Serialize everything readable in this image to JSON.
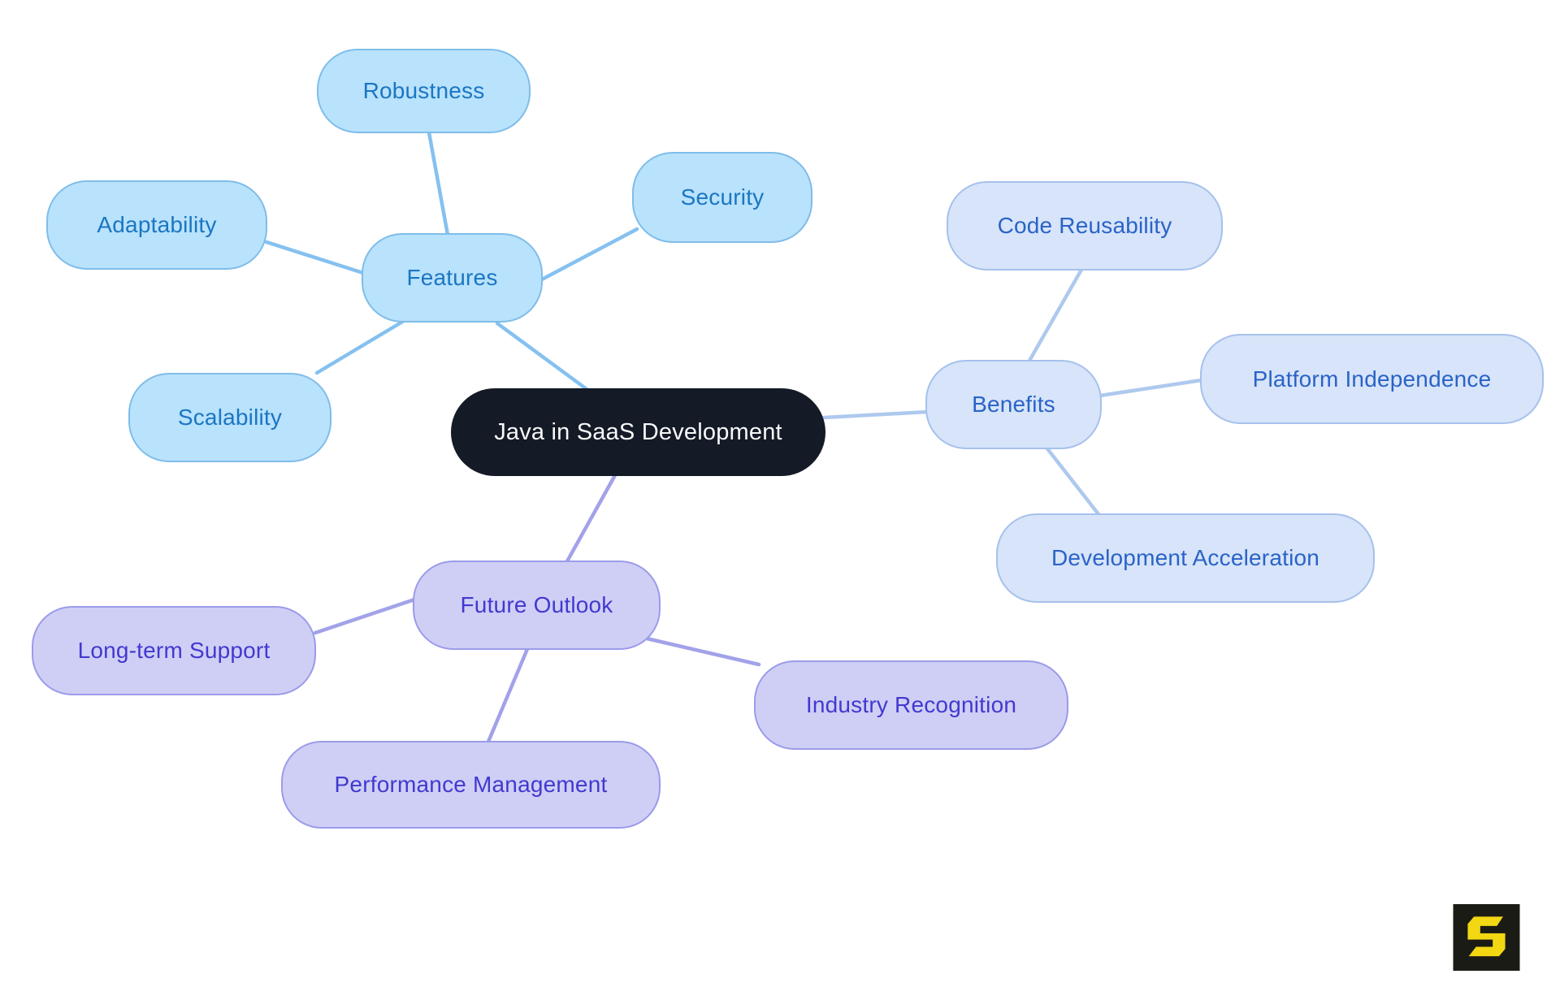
{
  "diagram": {
    "type": "mindmap",
    "title": "Java in SaaS Development",
    "structure": {
      "central": "central",
      "branches": [
        {
          "root": "features",
          "children": [
            "robustness",
            "adaptability",
            "security",
            "scalability"
          ]
        },
        {
          "root": "benefits",
          "children": [
            "code_reusability",
            "platform_independence",
            "development_acceleration"
          ]
        },
        {
          "root": "future_outlook",
          "children": [
            "long_term_support",
            "industry_recognition",
            "performance_management"
          ]
        }
      ]
    }
  },
  "nodes": {
    "central": "Java in SaaS Development",
    "features": "Features",
    "robustness": "Robustness",
    "adaptability": "Adaptability",
    "security": "Security",
    "scalability": "Scalability",
    "benefits": "Benefits",
    "code_reusability": "Code Reusability",
    "platform_independence": "Platform Independence",
    "development_acceleration": "Development Acceleration",
    "future_outlook": "Future Outlook",
    "long_term_support": "Long-term Support",
    "industry_recognition": "Industry Recognition",
    "performance_management": "Performance Management"
  },
  "colors": {
    "background": "#ffffff",
    "central_fill": "#141a26",
    "central_text": "#f7f8f9",
    "features_fill": "#b9e2fc",
    "features_border": "#7fbde9",
    "features_text": "#1b76c2",
    "features_edge": "#85c1f0",
    "benefits_fill": "#d7e4f9",
    "benefits_border": "#a6c1ec",
    "benefits_text": "#2a63c8",
    "benefits_edge": "#aec9ee",
    "future_fill": "#cfcff6",
    "future_border": "#9b9bea",
    "future_text": "#4239cf",
    "future_edge": "#a2a2ea",
    "logo_background": "#1b1b15",
    "logo_glyph_color": "#f2d713"
  },
  "logo": {
    "glyph": "S"
  }
}
